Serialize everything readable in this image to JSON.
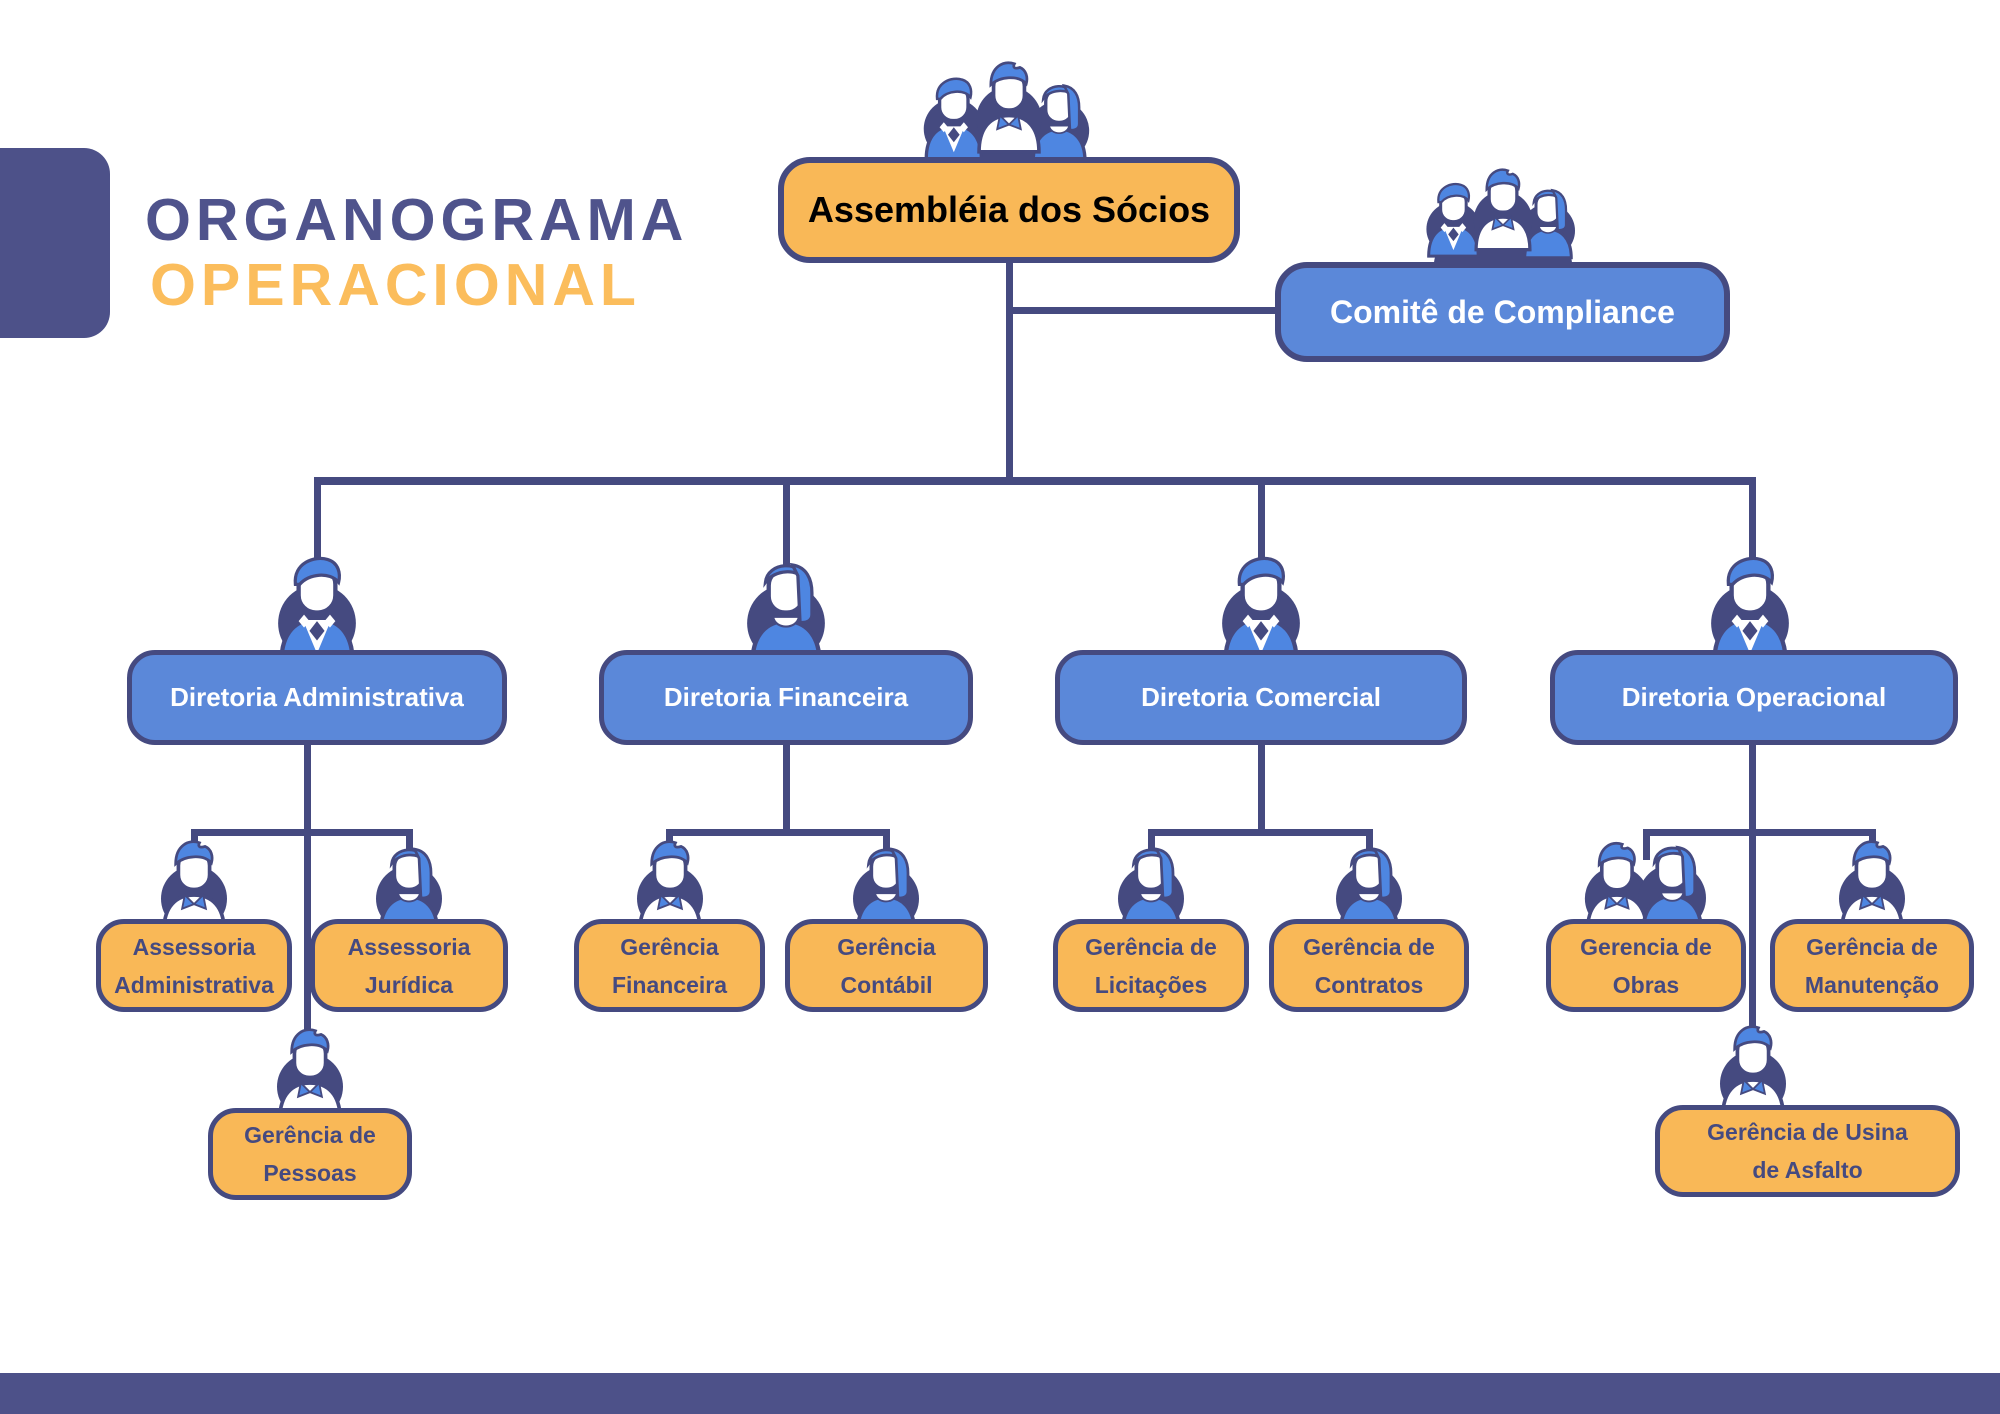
{
  "title": {
    "line1": "ORGANOGRAMA",
    "line2": "OPERACIONAL"
  },
  "palette": {
    "navy_lines_borders": "#454a80",
    "navy_blocks": "#4d5189",
    "title_navy": "#4f538c",
    "title_orange": "#fbbd5c",
    "node_orange": "#f9b857",
    "node_blue": "#5b88d9",
    "icon_blue": "#4e86e1",
    "leaf_text": "#454a80"
  },
  "nodes": {
    "assembleia": {
      "label": "Assembléia dos Sócios",
      "icon": "people-group-icon"
    },
    "comite": {
      "label": "Comitê de Compliance",
      "icon": "people-group-icon"
    },
    "adm": {
      "label": "Diretoria Administrativa",
      "icon": "man-suit-icon"
    },
    "fin": {
      "label": "Diretoria Financeira",
      "icon": "woman-icon"
    },
    "com": {
      "label": "Diretoria Comercial",
      "icon": "man-suit-icon"
    },
    "op": {
      "label": "Diretoria Operacional",
      "icon": "man-suit-icon"
    },
    "ass_adm": {
      "line1": "Assessoria",
      "line2": "Administrativa",
      "icon": "man-shirt-icon"
    },
    "ass_jur": {
      "line1": "Assessoria",
      "line2": "Jurídica",
      "icon": "woman-icon"
    },
    "ger_fin": {
      "line1": "Gerência",
      "line2": "Financeira",
      "icon": "man-shirt-icon"
    },
    "ger_cont": {
      "line1": "Gerência",
      "line2": "Contábil",
      "icon": "woman-icon"
    },
    "ger_lic": {
      "line1": "Gerência de",
      "line2": "Licitações",
      "icon": "woman-icon"
    },
    "ger_contr": {
      "line1": "Gerência de",
      "line2": "Contratos",
      "icon": "woman-icon"
    },
    "ger_obras": {
      "line1": "Gerencia de",
      "line2": "Obras",
      "icon": "man-woman-pair-icon"
    },
    "ger_manut": {
      "line1": "Gerência de",
      "line2": "Manutenção",
      "icon": "man-shirt-icon"
    },
    "ger_pessoas": {
      "line1": "Gerência de",
      "line2": "Pessoas",
      "icon": "man-shirt-icon"
    },
    "ger_usina": {
      "line1": "Gerência de Usina",
      "line2": "de Asfalto",
      "icon": "man-shirt-icon"
    }
  }
}
